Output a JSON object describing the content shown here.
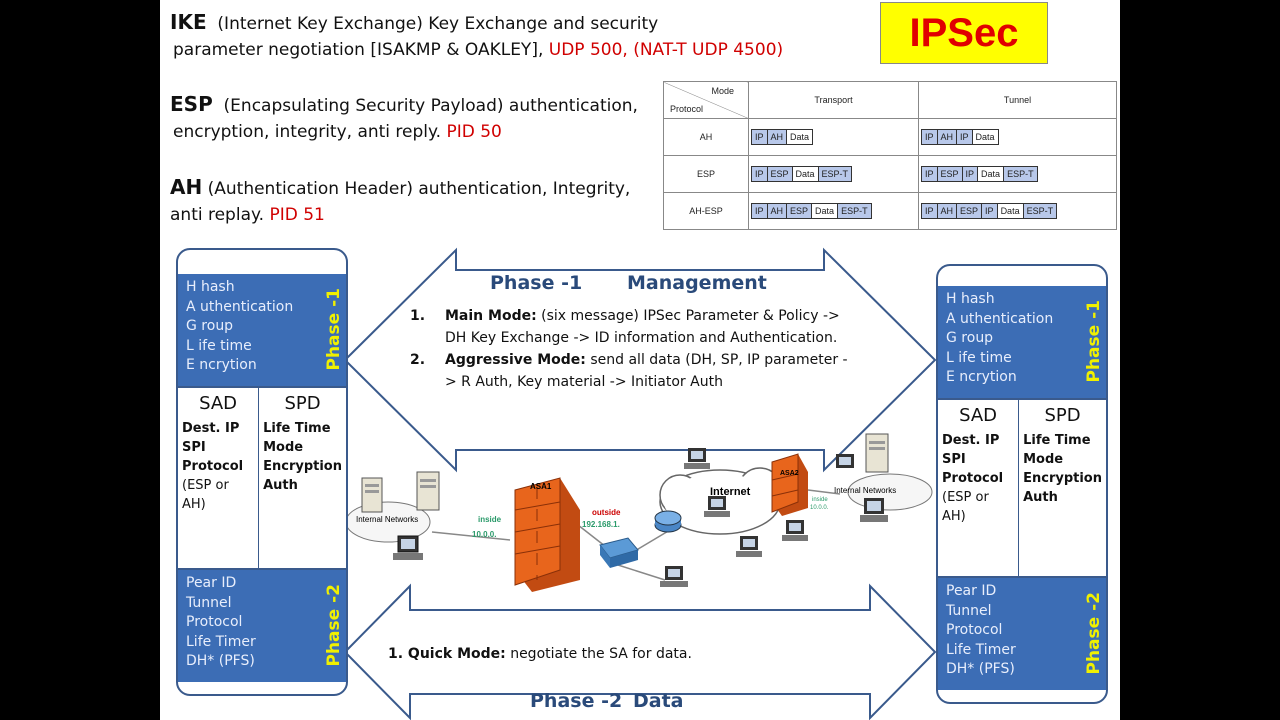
{
  "title": "IPSec",
  "definitions": {
    "ike": {
      "abbr": "IKE",
      "line1": "(Internet Key Exchange) Key Exchange and security",
      "line2_plain": "parameter negotiation  [ISAKMP & OAKLEY], ",
      "line2_red": "UDP 500, (NAT-T UDP 4500)"
    },
    "esp": {
      "abbr": "ESP",
      "line1": "(Encapsulating Security Payload) authentication,",
      "line2_plain": "encryption, integrity, anti reply.  ",
      "line2_red": "PID 50"
    },
    "ah": {
      "abbr": "AH",
      "line1": "(Authentication Header) authentication, Integrity,",
      "line2_plain": "anti replay. ",
      "line2_red": "PID 51"
    }
  },
  "protocol_table": {
    "corner_mode": "Mode",
    "corner_protocol": "Protocol",
    "col_transport": "Transport",
    "col_tunnel": "Tunnel",
    "rows": [
      {
        "name": "AH",
        "transport": [
          {
            "t": "IP",
            "h": true
          },
          {
            "t": "AH",
            "h": true
          },
          {
            "t": "Data",
            "h": false
          }
        ],
        "tunnel": [
          {
            "t": "IP",
            "h": true
          },
          {
            "t": "AH",
            "h": true
          },
          {
            "t": "IP",
            "h": true
          },
          {
            "t": "Data",
            "h": false
          }
        ]
      },
      {
        "name": "ESP",
        "transport": [
          {
            "t": "IP",
            "h": true
          },
          {
            "t": "ESP",
            "h": true
          },
          {
            "t": "Data",
            "h": false
          },
          {
            "t": "ESP-T",
            "h": true
          }
        ],
        "tunnel": [
          {
            "t": "IP",
            "h": true
          },
          {
            "t": "ESP",
            "h": true
          },
          {
            "t": "IP",
            "h": true
          },
          {
            "t": "Data",
            "h": false
          },
          {
            "t": "ESP-T",
            "h": true
          }
        ]
      },
      {
        "name": "AH-ESP",
        "transport": [
          {
            "t": "IP",
            "h": true
          },
          {
            "t": "AH",
            "h": true
          },
          {
            "t": "ESP",
            "h": true
          },
          {
            "t": "Data",
            "h": false
          },
          {
            "t": "ESP-T",
            "h": true
          }
        ],
        "tunnel": [
          {
            "t": "IP",
            "h": true
          },
          {
            "t": "AH",
            "h": true
          },
          {
            "t": "ESP",
            "h": true
          },
          {
            "t": "IP",
            "h": true
          },
          {
            "t": "Data",
            "h": false
          },
          {
            "t": "ESP-T",
            "h": true
          }
        ]
      }
    ]
  },
  "panel": {
    "phase1_items": [
      "H  hash",
      "A  uthentication",
      "G  roup",
      "L  ife time",
      "E  ncrytion"
    ],
    "phase1_label": "Phase -1",
    "sad_title": "SAD",
    "spd_title": "SPD",
    "sad_bold": [
      "Dest. IP",
      "SPI",
      "Protocol"
    ],
    "sad_plain": [
      "(ESP or",
      "AH)"
    ],
    "spd_bold": [
      "Life Time",
      "Mode",
      "Encryption",
      "Auth"
    ],
    "phase2_items": [
      "Pear ID",
      "Tunnel",
      "Protocol",
      "Life Timer",
      "DH* (PFS)"
    ],
    "phase2_label": "Phase -2"
  },
  "phase1": {
    "title_left": "Phase -1",
    "title_right": "Management",
    "item1_num": "1.",
    "item1_bold": "Main Mode:",
    "item1_text": " (six message) IPSec Parameter & Policy ->",
    "item1_line2": "DH Key Exchange -> ID information and Authentication.",
    "item2_num": "2.",
    "item2_bold": "Aggressive Mode:",
    "item2_text": "  send all data (DH, SP, IP parameter -",
    "item2_line2": ">  R Auth, Key material -> Initiator Auth"
  },
  "phase2": {
    "item_bold": "1. Quick Mode:",
    "item_text": " negotiate the SA for data.",
    "title_left": "Phase -2",
    "title_right": "Data"
  },
  "network": {
    "internal_networks_left": "Internal Networks",
    "internal_networks_right": "Internal Networks",
    "asa1": "ASA1",
    "asa2": "ASA2",
    "inside_label": "inside",
    "inside_ip": "10.0.0.",
    "outside_label": "outside",
    "outside_ip": "192.168.1.",
    "internet": "Internet",
    "inside2_label": "inside",
    "inside2_ip": "10.0.0."
  },
  "colors": {
    "panel_blue": "#3c6db5",
    "phase_label_yellow": "#f0f000",
    "accent_red": "#d00000",
    "title_box_yellow": "#ffff00",
    "firewall_orange": "#e8651c"
  }
}
